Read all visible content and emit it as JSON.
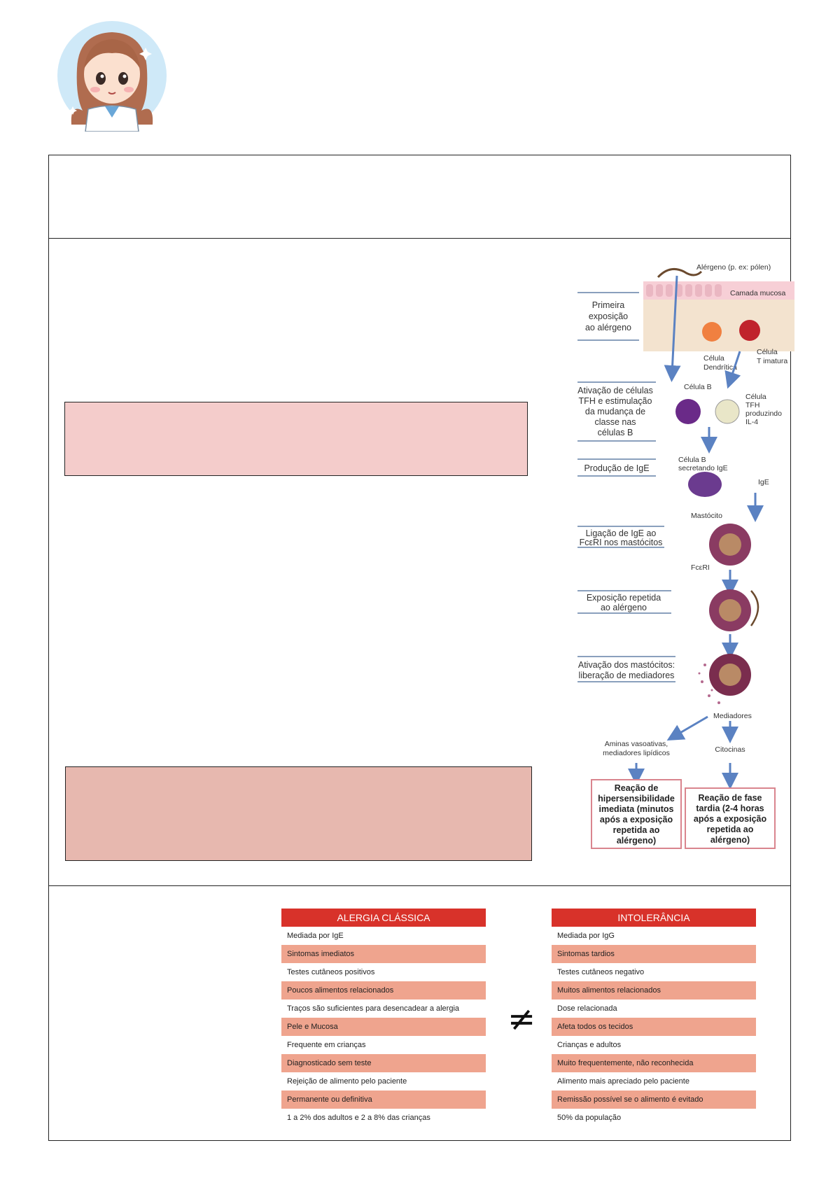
{
  "diagram": {
    "allergen_label": "Alérgeno (p. ex: pólen)",
    "mucosa_label": "Camada mucosa",
    "step1": [
      "Primeira",
      "exposição",
      "ao alérgeno"
    ],
    "dendritic_label": [
      "Célula",
      "Dendrítica"
    ],
    "t_immature_label": [
      "Célula",
      "T imatura"
    ],
    "step2": [
      "Ativação de células",
      "TFH e estimulação",
      "da mudança de",
      "classe nas",
      "células B"
    ],
    "b_cell_label": "Célula B",
    "tfh_label": [
      "Célula",
      "TFH",
      "produzindo",
      "IL-4"
    ],
    "step3": [
      "Produção de IgE"
    ],
    "b_secreting_label": [
      "Célula B",
      "secretando IgE"
    ],
    "ige_label": "IgE",
    "mast_label": "Mastócito",
    "step4": [
      "Ligação de IgE ao",
      "FcεRI nos mastócitos"
    ],
    "fceri_label": "FcεRI",
    "step5": [
      "Exposição repetida",
      "ao alérgeno"
    ],
    "step6": [
      "Ativação dos mastócitos:",
      "liberação de mediadores"
    ],
    "mediators_label": "Mediadores",
    "amines_label": [
      "Aminas vasoativas,",
      "mediadores lipídicos"
    ],
    "cytokines_label": "Citocinas",
    "result1": [
      "Reação de",
      "hipersensibilidade",
      "imediata (minutos",
      "após a exposição",
      "repetida ao",
      "alérgeno)"
    ],
    "result2": [
      "Reação de fase",
      "tardia (2-4 horas",
      "após a exposição",
      "repetida ao",
      "alérgeno)"
    ]
  },
  "tables": {
    "allergy": {
      "title": "ALERGIA CLÁSSICA",
      "rows": [
        "Mediada por IgE",
        "Sintomas imediatos",
        "Testes cutâneos positivos",
        "Poucos alimentos relacionados",
        "Traços são suficientes para desencadear a alergia",
        "Pele e Mucosa",
        "Frequente em crianças",
        "Diagnosticado sem teste",
        "Rejeição de alimento pelo paciente",
        "Permanente ou definitiva",
        "1 a 2% dos adultos e 2 a 8% das crianças"
      ]
    },
    "not_equal": "≠",
    "intolerance": {
      "title": "INTOLERÂNCIA",
      "rows": [
        "Mediada por IgG",
        "Sintomas tardios",
        "Testes cutâneos negativo",
        "Muitos alimentos relacionados",
        "Dose relacionada",
        "Afeta todos os tecidos",
        "Crianças e adultos",
        "Muito frequentemente, não reconhecida",
        "Alimento mais apreciado pelo paciente",
        "Remissão possível se o alimento é evitado",
        "50% da população"
      ]
    }
  }
}
